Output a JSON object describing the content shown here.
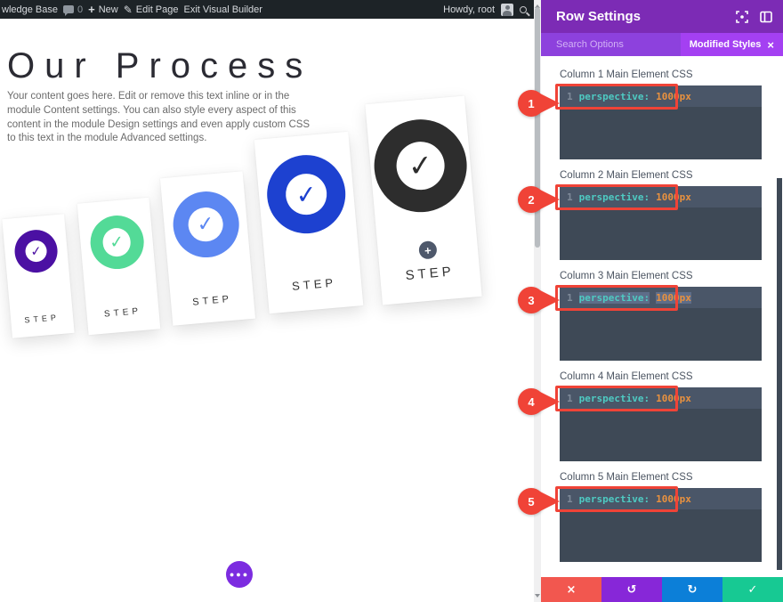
{
  "admin_bar": {
    "site_name": "wledge Base",
    "comments_count": "0",
    "new_label": "New",
    "plus_glyph": "+",
    "pencil_glyph": "✎",
    "edit_page_label": "Edit Page",
    "exit_builder_label": "Exit Visual Builder",
    "howdy_label": "Howdy, root"
  },
  "preview": {
    "heading": "Our Process",
    "body_text": "Your content goes here. Edit or remove this text inline or in the module Content settings. You can also style every aspect of this content in the module Design settings and even apply custom CSS to this text in the module Advanced settings.",
    "ellipsis_glyph": "●●●",
    "cards": [
      {
        "label": "STEP",
        "check_glyph": "✓",
        "color": "#4b10a3",
        "has_plus": false
      },
      {
        "label": "STEP",
        "check_glyph": "✓",
        "color": "#53da97",
        "has_plus": false
      },
      {
        "label": "STEP",
        "check_glyph": "✓",
        "color": "#5c87f2",
        "has_plus": false
      },
      {
        "label": "STEP",
        "check_glyph": "✓",
        "color": "#1d41d0",
        "has_plus": false
      },
      {
        "label": "STEP",
        "check_glyph": "✓",
        "color": "#2d2d2d",
        "has_plus": true,
        "plus_glyph": "+"
      }
    ]
  },
  "panel": {
    "title": "Row Settings",
    "search_placeholder": "Search Options",
    "filter_chip": {
      "label": "Modified Styles",
      "close_glyph": "×"
    },
    "sections": [
      {
        "label": "Column 1 Main Element CSS",
        "marker": "1",
        "selected": false,
        "code": {
          "line_number": "1",
          "property": "perspective:",
          "value": "1000px"
        }
      },
      {
        "label": "Column 2 Main Element CSS",
        "marker": "2",
        "selected": false,
        "code": {
          "line_number": "1",
          "property": "perspective:",
          "value": "1000px"
        }
      },
      {
        "label": "Column 3 Main Element CSS",
        "marker": "3",
        "selected": true,
        "code": {
          "line_number": "1",
          "property": "perspective:",
          "value": "1000px"
        }
      },
      {
        "label": "Column 4 Main Element CSS",
        "marker": "4",
        "selected": false,
        "code": {
          "line_number": "1",
          "property": "perspective:",
          "value": "1000px"
        }
      },
      {
        "label": "Column 5 Main Element CSS",
        "marker": "5",
        "selected": false,
        "code": {
          "line_number": "1",
          "property": "perspective:",
          "value": "1000px"
        }
      }
    ],
    "footer": {
      "cancel_glyph": "×",
      "undo_glyph": "↺",
      "redo_glyph": "↻",
      "save_glyph": "✓"
    }
  },
  "colors": {
    "accent_purple": "#7c2bb5",
    "search_bar_purple": "#8d41dd",
    "chip_purple": "#a440f2",
    "marker_red": "#f04337",
    "editor_bg": "#3e4956",
    "editor_active_line": "#4a5668",
    "code_property": "#4ecac2",
    "code_value": "#e8913f",
    "btn_red": "#f2574f",
    "btn_purple": "#8727d8",
    "btn_blue": "#0c7fd8",
    "btn_green": "#17c993",
    "builder_purple": "#7c2ce0"
  }
}
